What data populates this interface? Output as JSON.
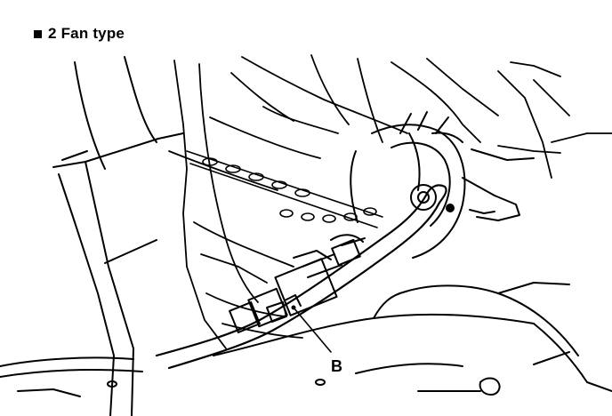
{
  "heading": {
    "text": "2 Fan type",
    "bullet_icon": "square-bullet-icon"
  },
  "diagram": {
    "callouts": [
      {
        "id": "B",
        "label": "B"
      }
    ],
    "colors": {
      "ink": "#000000",
      "paper": "#ffffff"
    }
  }
}
